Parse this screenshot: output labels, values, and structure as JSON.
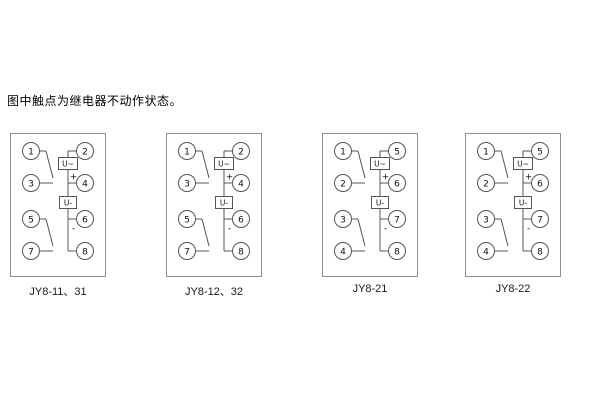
{
  "note": "图中触点为继电器不动作状态。",
  "panels": [
    {
      "caption": "JY8-11、31",
      "left": [
        "1",
        "3",
        "5",
        "7"
      ],
      "right": [
        "2",
        "4",
        "6",
        "8"
      ],
      "ac": "U~",
      "dc": "U-",
      "plus": "+",
      "minus": "-"
    },
    {
      "caption": "JY8-12、32",
      "left": [
        "1",
        "3",
        "5",
        "7"
      ],
      "right": [
        "2",
        "4",
        "6",
        "8"
      ],
      "ac": "U~",
      "dc": "U-",
      "plus": "+",
      "minus": "-"
    },
    {
      "caption": "JY8-21",
      "left": [
        "1",
        "2",
        "3",
        "4"
      ],
      "right": [
        "5",
        "6",
        "7",
        "8"
      ],
      "ac": "U~",
      "dc": "U-",
      "plus": "+",
      "minus": "-"
    },
    {
      "caption": "JY8-22",
      "left": [
        "1",
        "2",
        "3",
        "4"
      ],
      "right": [
        "5",
        "6",
        "7",
        "8"
      ],
      "ac": "U~",
      "dc": "U-",
      "plus": "+",
      "minus": "-"
    }
  ]
}
